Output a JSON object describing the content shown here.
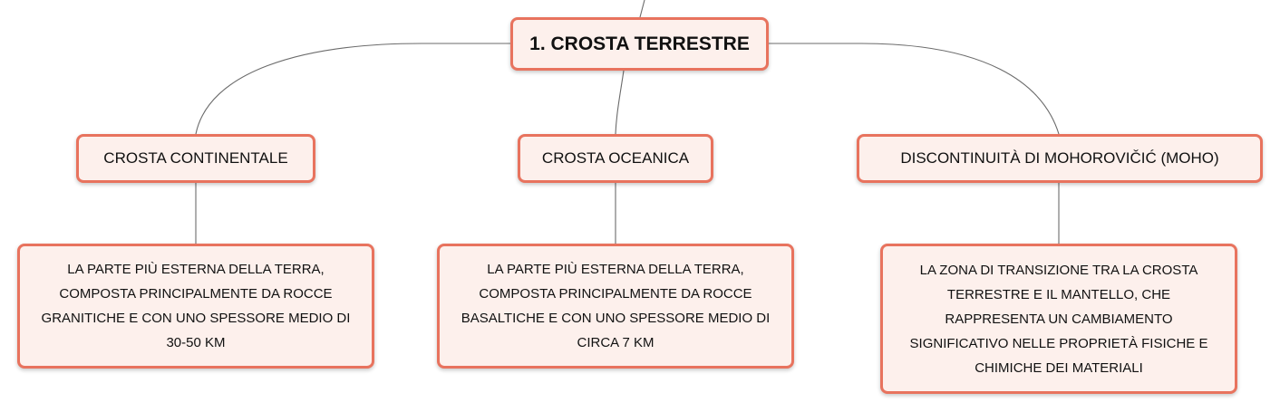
{
  "colors": {
    "node_border": "#e8735e",
    "node_fill": "#fdf0ec",
    "connector": "#6b6b6b",
    "text": "#111111"
  },
  "root": {
    "label": "1. CROSTA TERRESTRE"
  },
  "topics": [
    {
      "label": "CROSTA CONTINENTALE",
      "description": "LA PARTE PIÙ ESTERNA DELLA TERRA, COMPOSTA PRINCIPALMENTE DA ROCCE GRANITICHE E CON UNO SPESSORE MEDIO DI 30-50 KM"
    },
    {
      "label": "CROSTA OCEANICA",
      "description": "LA PARTE PIÙ ESTERNA DELLA TERRA, COMPOSTA PRINCIPALMENTE DA ROCCE BASALTICHE E CON UNO SPESSORE MEDIO DI CIRCA 7 KM"
    },
    {
      "label": "DISCONTINUITÀ DI MOHOROVIČIĆ (MOHO)",
      "description": "LA ZONA DI TRANSIZIONE TRA LA CROSTA TERRESTRE E IL MANTELLO, CHE RAPPRESENTA UN CAMBIAMENTO SIGNIFICATIVO NELLE PROPRIETÀ FISICHE E CHIMICHE DEI MATERIALI"
    }
  ]
}
